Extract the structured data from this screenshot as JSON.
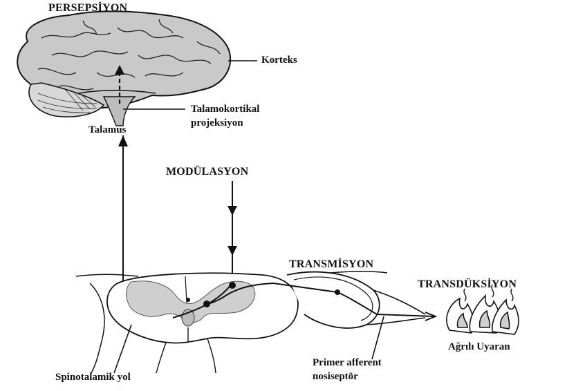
{
  "labels": {
    "perception": "PERSEPSİYON",
    "cortex": "Korteks",
    "thalamocortical_line1": "Talamokortikal",
    "thalamocortical_line2": "projeksiyon",
    "thalamus": "Talamus",
    "modulation": "MODÜLASYON",
    "transmission": "TRANSMİSYON",
    "transduction": "TRANSDÜKSİYON",
    "painful_stimulus": "Ağrılı Uyaran",
    "primary_afferent_line1": "Primer afferent",
    "primary_afferent_line2": "nosiseptör",
    "spinothalamic": "Spinotalamik yol"
  }
}
